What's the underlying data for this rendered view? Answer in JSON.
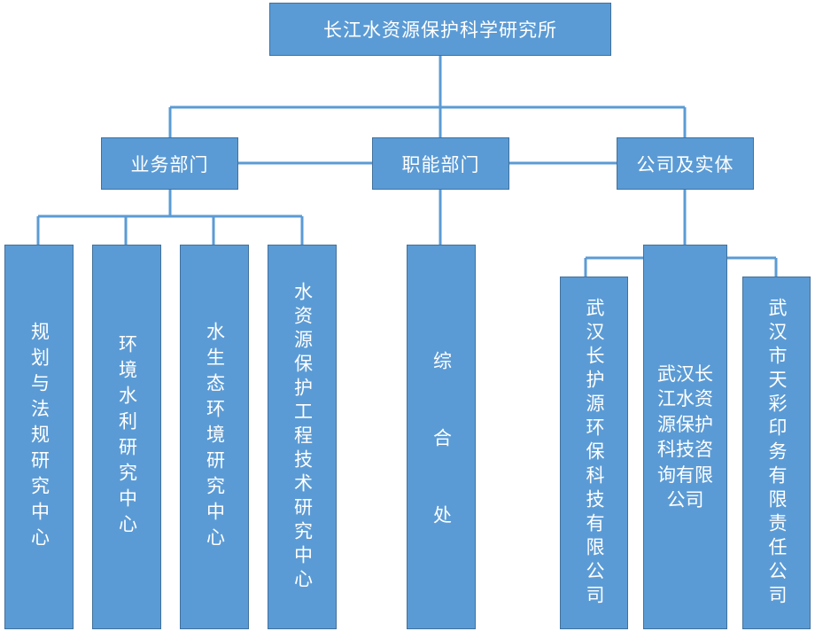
{
  "org": {
    "root": "长江水资源保护科学研究所",
    "level2": {
      "business": "业务部门",
      "functional": "职能部门",
      "companies": "公司及实体"
    },
    "business_units": [
      "规划与法规研究中心",
      "环境水利研究中心",
      "水生态环境研究中心",
      "水资源保护工程技术研究中心"
    ],
    "functional_units": [
      "综合处"
    ],
    "company_units": [
      "武汉长护源环保科技有限公司",
      "武汉长江水资源保护科技咨询有限公司",
      "武汉市天彩印务有限责任公司"
    ]
  },
  "colors": {
    "box_fill": "#5b9bd5",
    "box_border": "#41719c",
    "line": "#5b9bd5",
    "text": "#ffffff"
  }
}
